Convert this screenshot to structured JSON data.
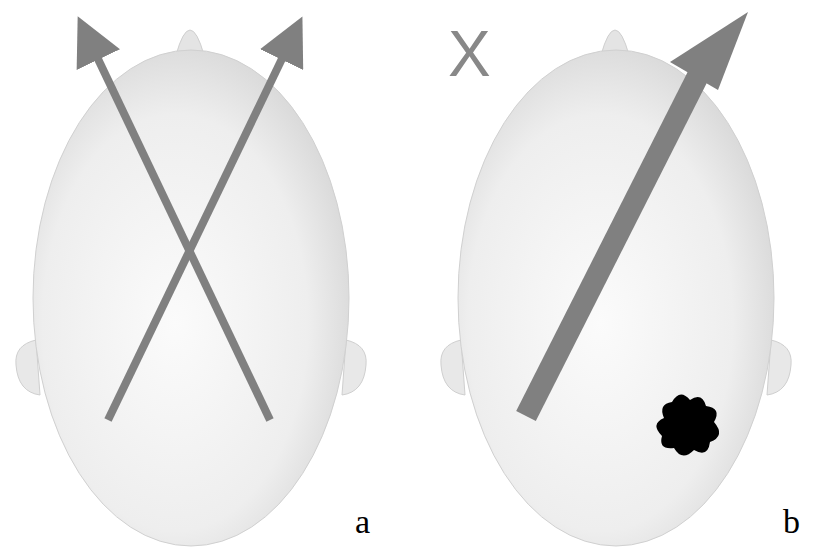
{
  "diagram": {
    "labels": [
      "X",
      "a",
      "b"
    ]
  }
}
